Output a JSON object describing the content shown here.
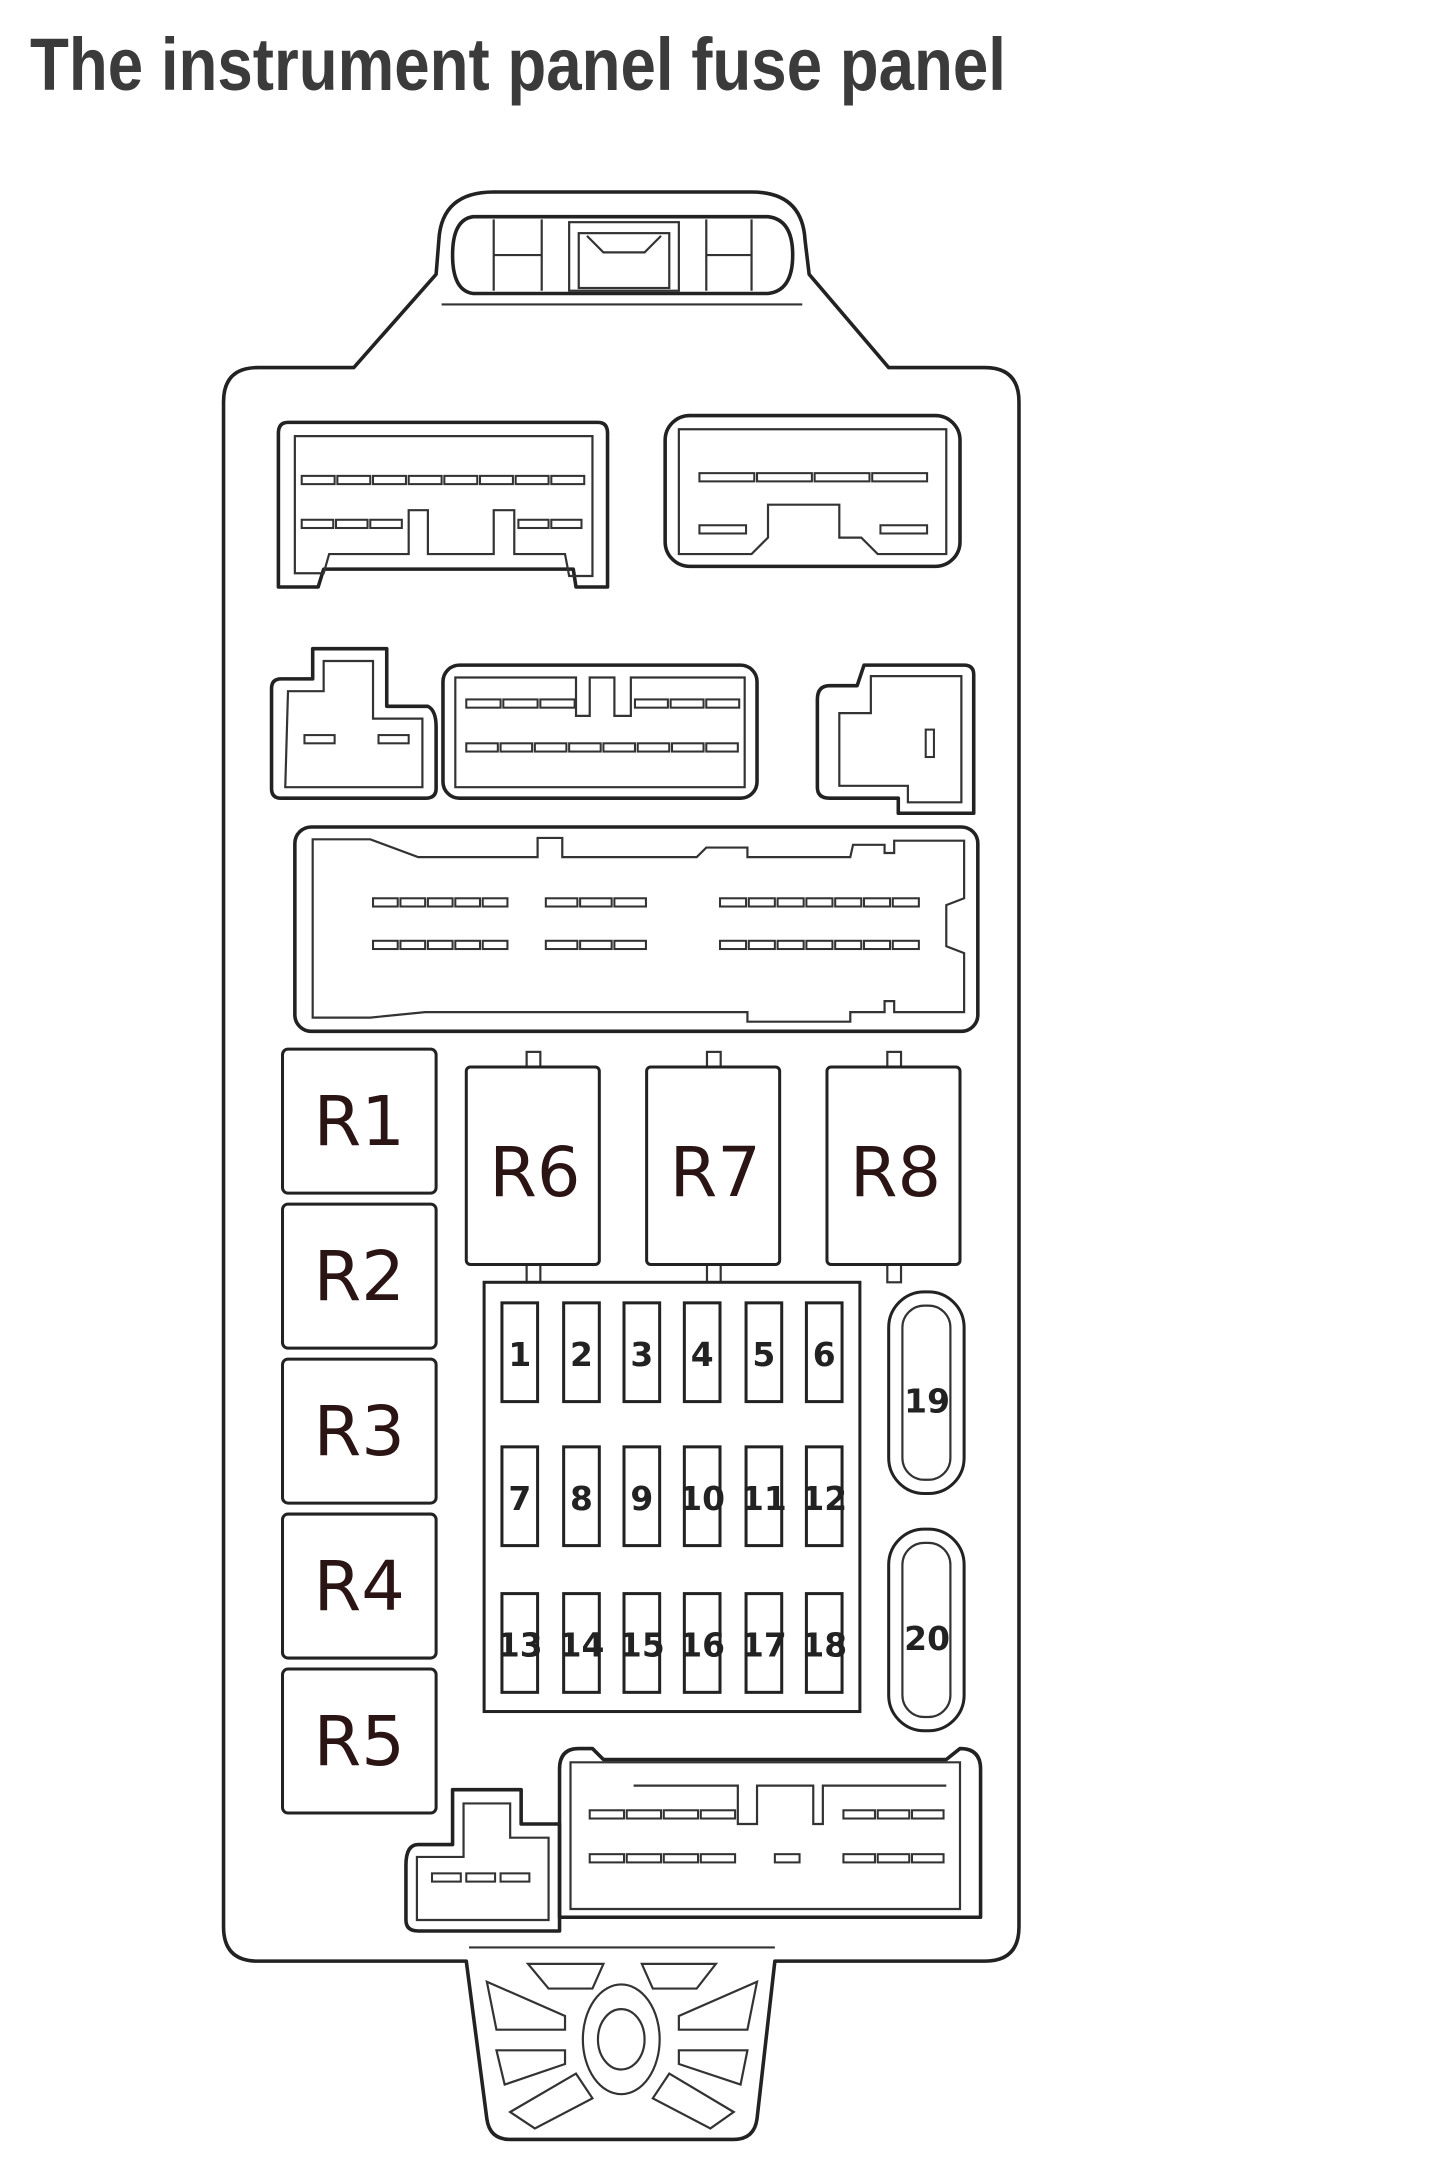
{
  "title": "The instrument panel fuse panel",
  "relays_left": [
    "R1",
    "R2",
    "R3",
    "R4",
    "R5"
  ],
  "relays_top": [
    "R6",
    "R7",
    "R8"
  ],
  "fuses_grid": [
    [
      "1",
      "2",
      "3",
      "4",
      "5",
      "6"
    ],
    [
      "7",
      "8",
      "9",
      "10",
      "11",
      "12"
    ],
    [
      "13",
      "14",
      "15",
      "16",
      "17",
      "18"
    ]
  ],
  "fuses_large": [
    "19",
    "20"
  ]
}
